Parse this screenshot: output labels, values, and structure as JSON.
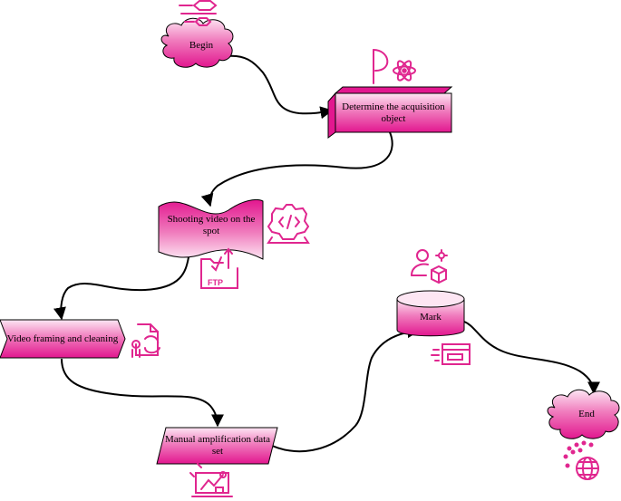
{
  "diagram": {
    "nodes": {
      "begin": "Begin",
      "determine": "Determine the acquisition object",
      "shooting": "Shooting video on the spot",
      "framing": "Video framing and cleaning",
      "amplification": "Manual amplification data set",
      "mark": "Mark",
      "end": "End"
    },
    "icon_labels": {
      "ftp": "FTP"
    },
    "colors": {
      "fill_dark": "#e2178f",
      "fill_light": "#fde6f3",
      "icon": "#e0268f",
      "stroke": "#000000"
    }
  }
}
